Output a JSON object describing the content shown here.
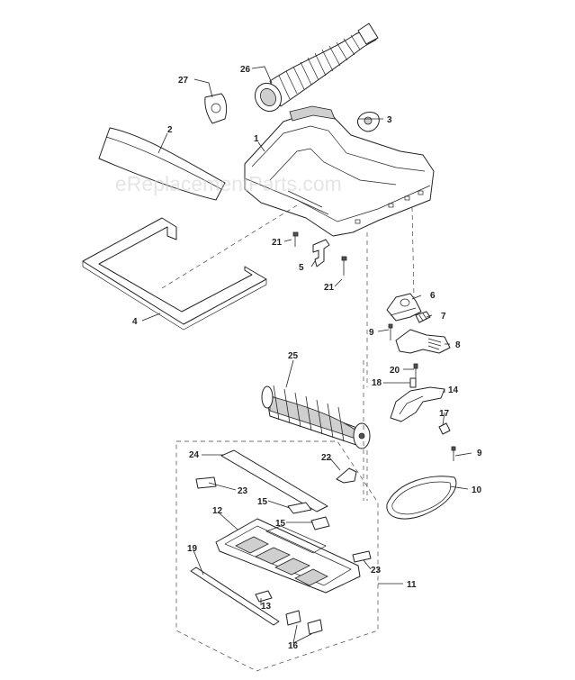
{
  "watermark": "eReplacementParts.com",
  "callouts": [
    {
      "id": "c1",
      "text": "1"
    },
    {
      "id": "c2",
      "text": "2"
    },
    {
      "id": "c3",
      "text": "3"
    },
    {
      "id": "c4",
      "text": "4"
    },
    {
      "id": "c5",
      "text": "5"
    },
    {
      "id": "c6",
      "text": "6"
    },
    {
      "id": "c7",
      "text": "7"
    },
    {
      "id": "c8",
      "text": "8"
    },
    {
      "id": "c9a",
      "text": "9"
    },
    {
      "id": "c9b",
      "text": "9"
    },
    {
      "id": "c10",
      "text": "10"
    },
    {
      "id": "c11",
      "text": "11"
    },
    {
      "id": "c12",
      "text": "12"
    },
    {
      "id": "c13",
      "text": "13"
    },
    {
      "id": "c14",
      "text": "14"
    },
    {
      "id": "c15a",
      "text": "15"
    },
    {
      "id": "c15b",
      "text": "15"
    },
    {
      "id": "c16",
      "text": "16"
    },
    {
      "id": "c17",
      "text": "17"
    },
    {
      "id": "c18",
      "text": "18"
    },
    {
      "id": "c19",
      "text": "19"
    },
    {
      "id": "c20",
      "text": "20"
    },
    {
      "id": "c21a",
      "text": "21"
    },
    {
      "id": "c21b",
      "text": "21"
    },
    {
      "id": "c22",
      "text": "22"
    },
    {
      "id": "c23a",
      "text": "23"
    },
    {
      "id": "c23b",
      "text": "23"
    },
    {
      "id": "c24",
      "text": "24"
    },
    {
      "id": "c25",
      "text": "25"
    },
    {
      "id": "c26",
      "text": "26"
    },
    {
      "id": "c27",
      "text": "27"
    }
  ]
}
